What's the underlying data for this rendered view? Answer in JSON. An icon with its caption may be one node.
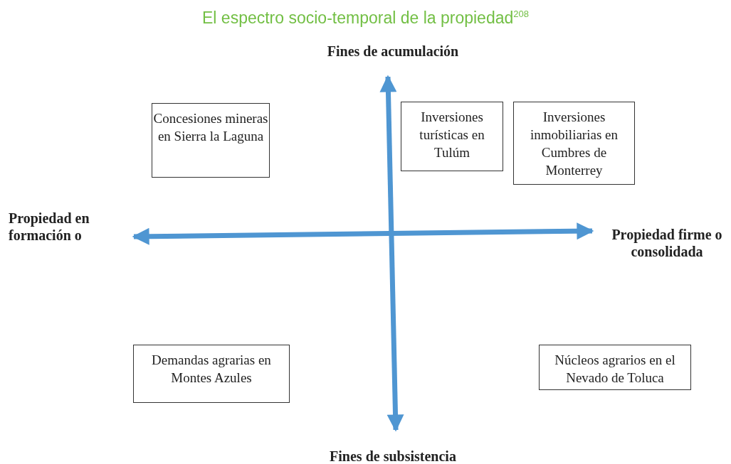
{
  "diagram": {
    "title": "El espectro socio-temporal de la propiedad$^{208}$",
    "nodes": [
      {
        "text": [
          "Concesiones mineras en Sierra la Laguna"
        ]
      },
      {
        "text": [
          "Inversiones turísticas en Tulúm"
        ]
      },
      {
        "text": [
          "Inversiones inmobiliarias en Cumbres de Monterrey"
        ]
      },
      {
        "text": [
          "Demandas agrarias en Montes Azules"
        ]
      },
      {
        "text": [
          "Núcleos agrarios en el Nevado de Toluca"
        ]
      }
    ],
    "labels": [
      "Fines de acumulación",
      "Propiedad en formación o",
      "Propiedad firme o consolidada",
      "Fines de subsistencia"
    ]
  }
}
